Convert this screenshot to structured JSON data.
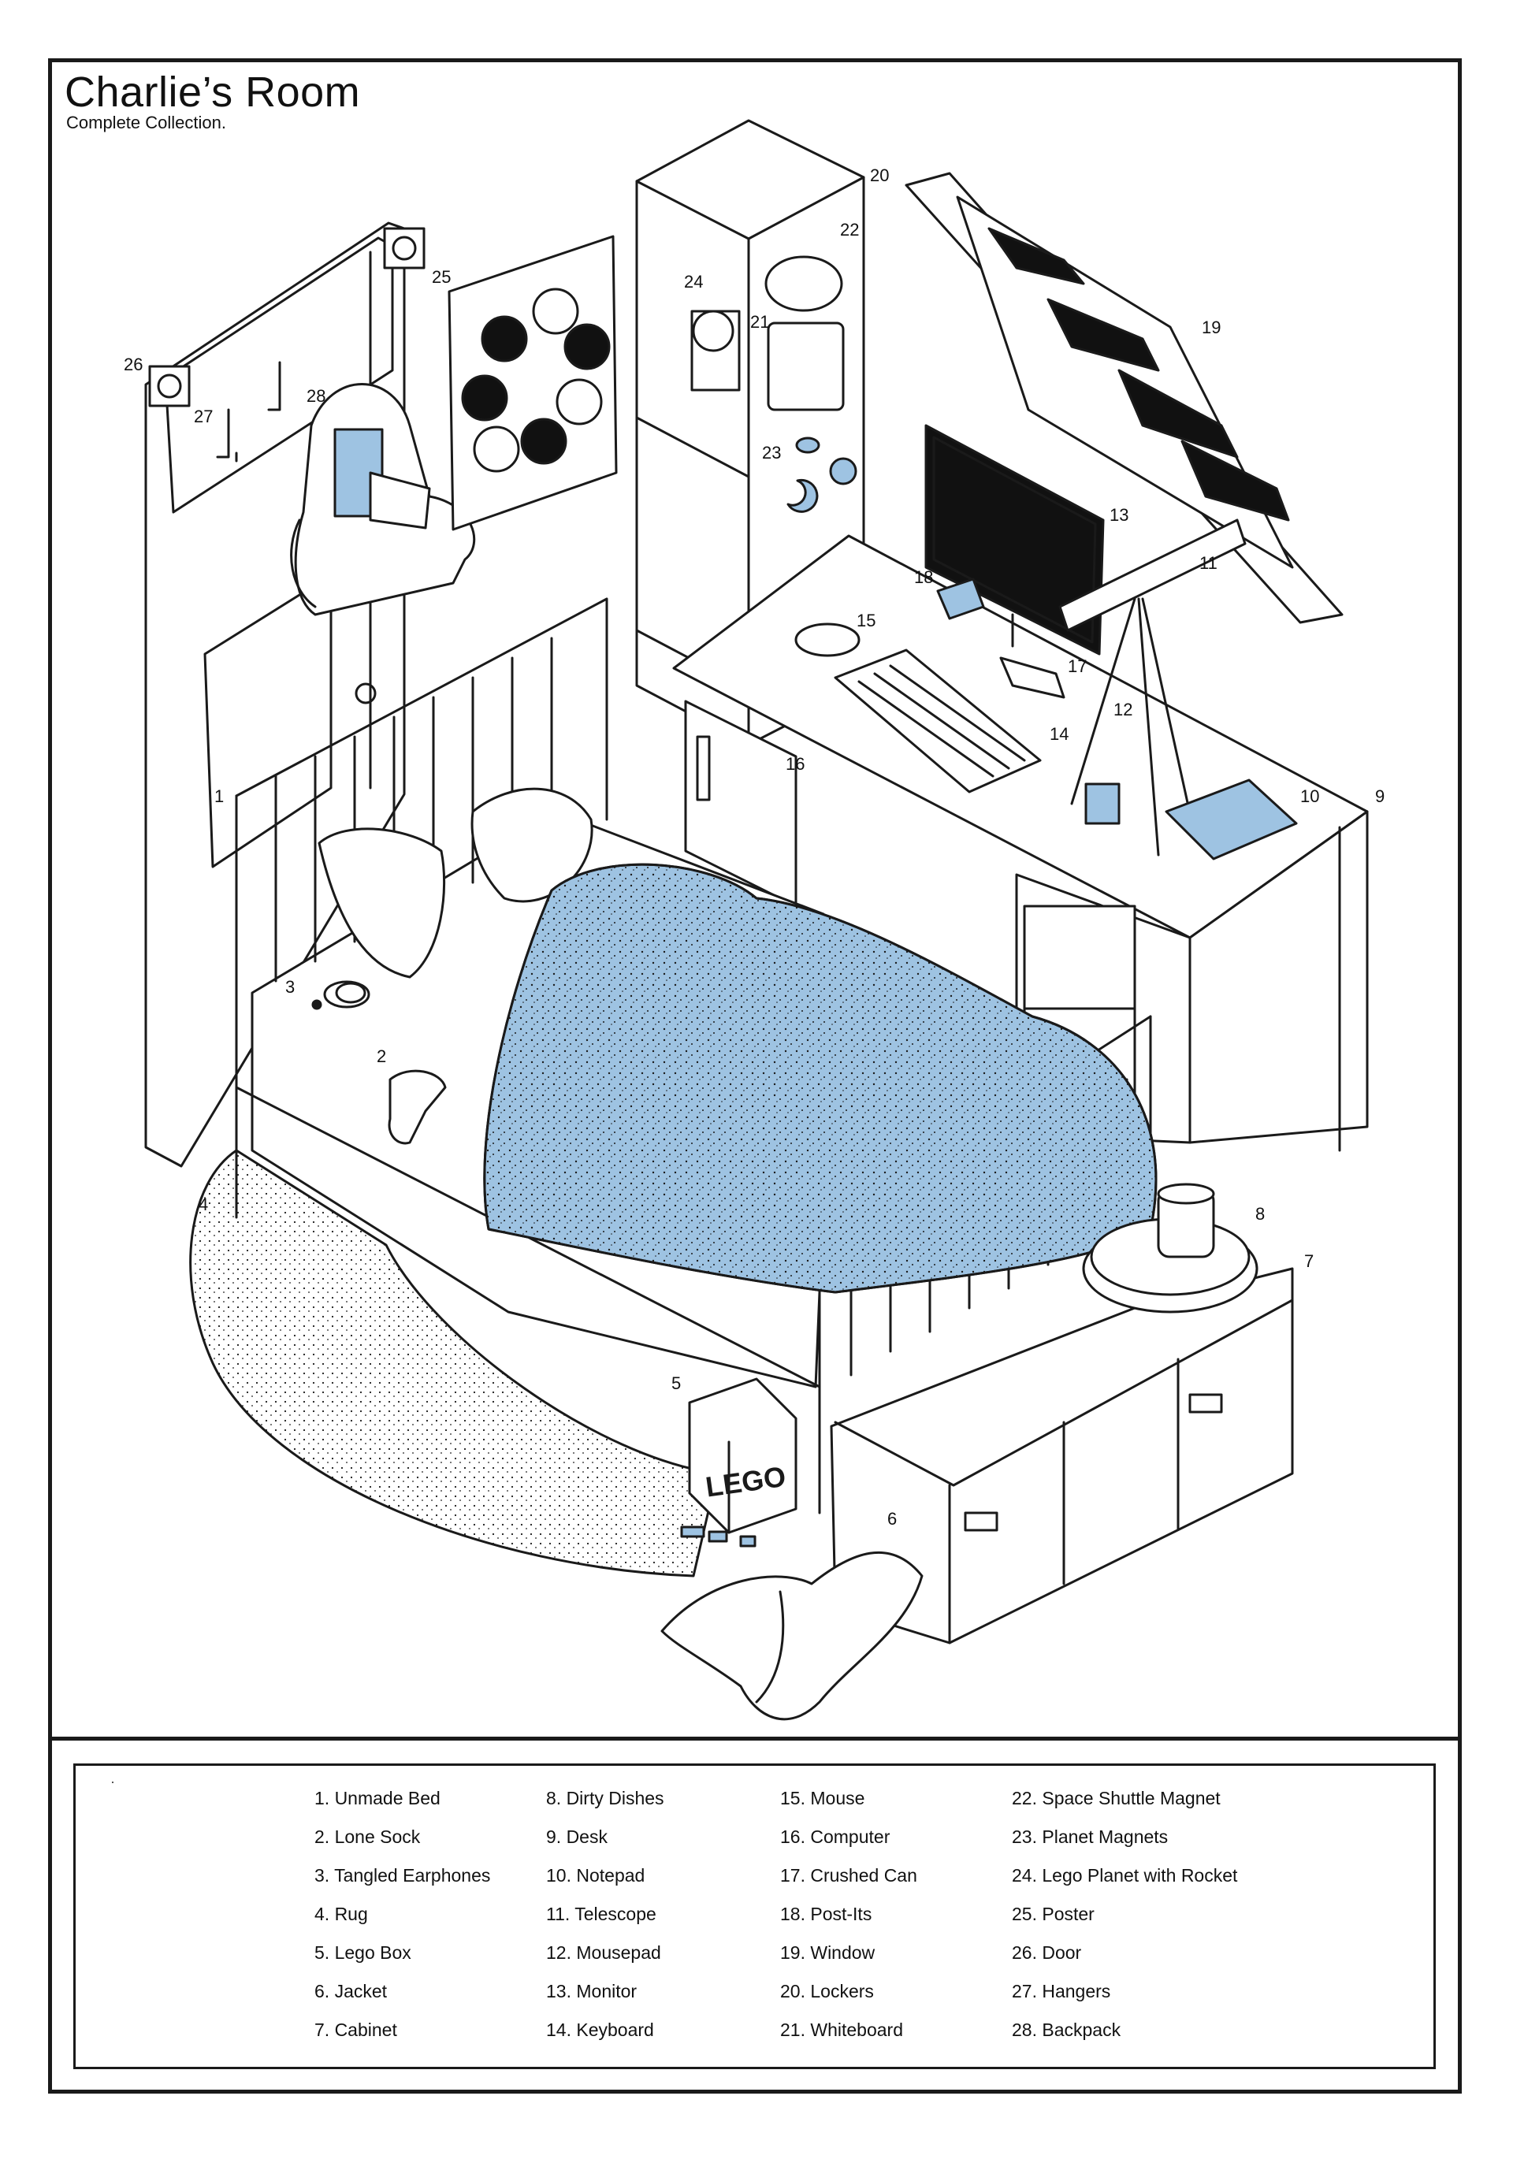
{
  "header": {
    "title": "Charlie’s Room",
    "subtitle": "Complete Collection."
  },
  "colors": {
    "line": "#1a1a1a",
    "accent_blue": "#9ec3e2",
    "paper": "#ffffff",
    "dark": "#111111"
  },
  "callouts": [
    "1",
    "2",
    "3",
    "4",
    "5",
    "6",
    "7",
    "8",
    "9",
    "10",
    "11",
    "12",
    "13",
    "14",
    "15",
    "16",
    "17",
    "18",
    "19",
    "20",
    "21",
    "22",
    "23",
    "24",
    "25",
    "26",
    "27",
    "28"
  ],
  "drawing_text": {
    "lego_box": "LEGO"
  },
  "legend": {
    "col1": [
      "1. Unmade Bed",
      "2. Lone Sock",
      "3. Tangled Earphones",
      "4. Rug",
      "5. Lego Box",
      "6. Jacket",
      "7. Cabinet"
    ],
    "col2": [
      "8. Dirty Dishes",
      "9. Desk",
      "10. Notepad",
      "11. Telescope",
      "12. Mousepad",
      "13. Monitor",
      "14. Keyboard"
    ],
    "col3": [
      "15. Mouse",
      "16. Computer",
      "17. Crushed Can",
      "18. Post-Its",
      "19. Window",
      "20. Lockers",
      "21. Whiteboard"
    ],
    "col4": [
      "22. Space Shuttle Magnet",
      "23. Planet Magnets",
      "24. Lego Planet with Rocket",
      "25. Poster",
      "26. Door",
      "27. Hangers",
      "28. Backpack"
    ]
  }
}
